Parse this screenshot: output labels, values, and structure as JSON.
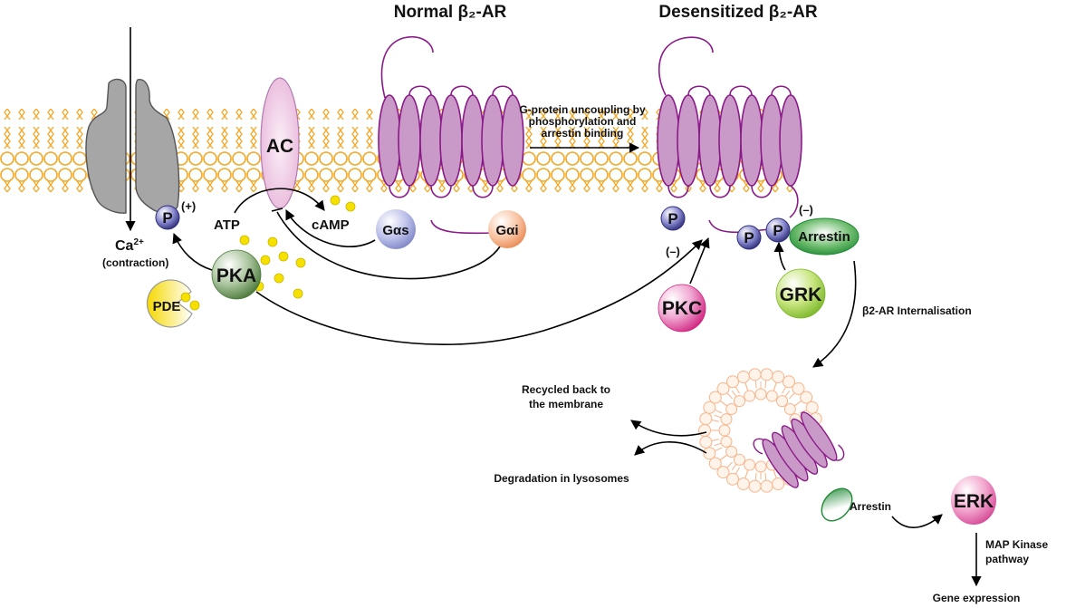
{
  "titles": {
    "normal": "Normal β₂-AR",
    "desensitized": "Desensitized β₂-AR"
  },
  "molecules": {
    "ac": "AC",
    "atp": "ATP",
    "camp": "cAMP",
    "gas": "Gαs",
    "gai": "Gαi",
    "pka": "PKA",
    "pde": "PDE",
    "pkc": "PKC",
    "grk": "GRK",
    "arrestin": "Arrestin",
    "erk": "ERK",
    "phospho": "P",
    "calcium": "Ca",
    "calcium_charge": "2+"
  },
  "annotations": {
    "contraction": "(contraction)",
    "plus": "(+)",
    "minus": "(–)",
    "uncoupling_line1": "G-protein uncoupling by",
    "uncoupling_line2": "phosphorylation and",
    "uncoupling_line3": "arrestin binding",
    "internalisation": "β2-AR Internalisation",
    "recycled_line1": "Recycled back to",
    "recycled_line2": "the membrane",
    "degradation": "Degradation in lysosomes",
    "vesicle_arrestin": "Arrestin",
    "map_line1": "MAP Kinase",
    "map_line2": "pathway",
    "gene_expression": "Gene expression"
  },
  "colors": {
    "membrane": "#f5a623",
    "receptor_fill": "#c99ac8",
    "receptor_stroke": "#8b1a89",
    "channel": "#a6a6a6",
    "camp_dot": "#f5e000",
    "phospho": "#3a3a8c",
    "vesicle": "#f9b48a"
  }
}
